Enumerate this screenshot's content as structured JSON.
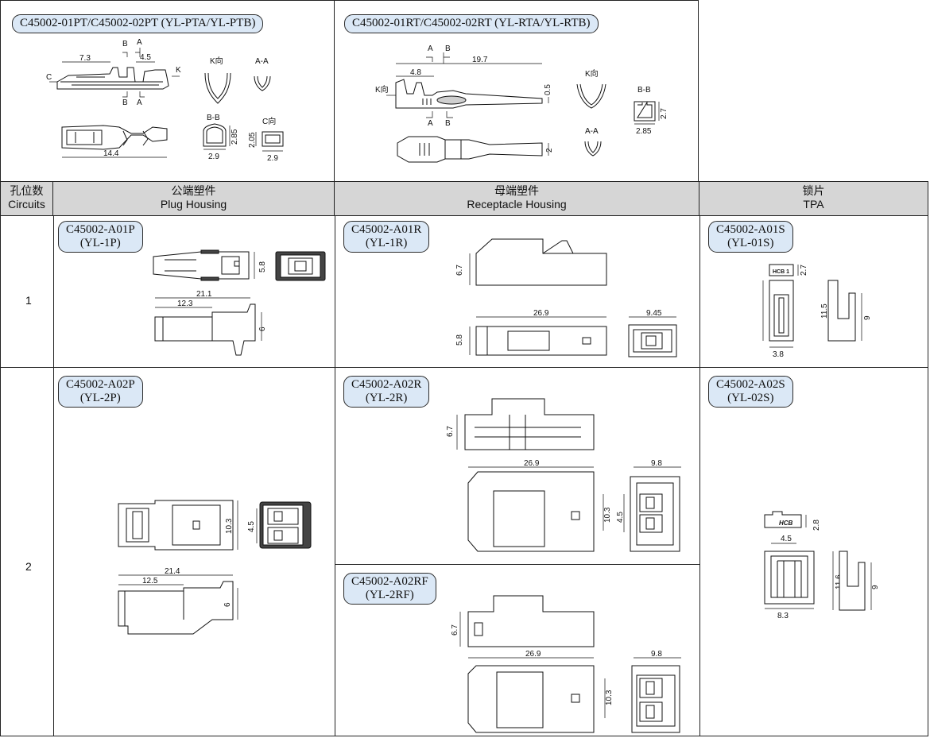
{
  "terminals": {
    "male": {
      "part": "C45002-01PT/C45002-02PT (YL-PTA/YL-PTB)",
      "dims": {
        "d7_3": "7.3",
        "d4_5": "4.5",
        "d14_4": "14.4",
        "d2_9a": "2.9",
        "d2_85": "2.85",
        "d2_05": "2.05",
        "d2_9b": "2.9"
      },
      "labels": {
        "A": "A",
        "B": "B",
        "C": "C",
        "K": "K",
        "kview": "K向",
        "aa": "A-A",
        "bb": "B-B",
        "cview": "C向"
      }
    },
    "female": {
      "part": "C45002-01RT/C45002-02RT (YL-RTA/YL-RTB)",
      "dims": {
        "d19_7": "19.7",
        "d4_8": "4.8",
        "d0_5": "0.5",
        "d2": "2",
        "d2_7": "2.7",
        "d2_85": "2.85"
      },
      "labels": {
        "A": "A",
        "B": "B",
        "kview": "K向",
        "aa": "A-A",
        "bb": "B-B"
      }
    }
  },
  "header": {
    "circuits_cn": "孔位数",
    "circuits_en": "Circuits",
    "plug_cn": "公端塑件",
    "plug_en": "Plug Housing",
    "rec_cn": "母端塑件",
    "rec_en": "Receptacle Housing",
    "tpa_cn": "锁片",
    "tpa_en": "TPA"
  },
  "rows": [
    {
      "circuits": "1",
      "plug": {
        "code": "C45002-A01P",
        "alias": "(YL-1P)",
        "dims": {
          "h5_8": "5.8",
          "l21_1": "21.1",
          "l12_3": "12.3",
          "h6": "6"
        }
      },
      "rec": {
        "code": "C45002-A01R",
        "alias": "(YL-1R)",
        "dims": {
          "h6_7": "6.7",
          "l26_9": "26.9",
          "h5_8": "5.8",
          "w9_45": "9.45"
        }
      },
      "tpa": {
        "code": "C45002-A01S",
        "alias": "(YL-01S)",
        "dims": {
          "h2_7": "2.7",
          "h11_5": "11.5",
          "w3_8": "3.8",
          "h9": "9"
        },
        "mark": "HCB 1"
      }
    },
    {
      "circuits": "2",
      "plug": {
        "code": "C45002-A02P",
        "alias": "(YL-2P)",
        "dims": {
          "h10_3": "10.3",
          "w4_5": "4.5",
          "l21_4": "21.4",
          "l12_5": "12.5",
          "h6": "6"
        }
      },
      "rec": {
        "code": "C45002-A02R",
        "alias": "(YL-2R)",
        "dims": {
          "h6_7": "6.7",
          "l26_9": "26.9",
          "w9_8": "9.8",
          "h10_3": "10.3",
          "w4_5": "4.5"
        }
      },
      "rec_f": {
        "code": "C45002-A02RF",
        "alias": "(YL-2RF)",
        "dims": {
          "h6_7": "6.7",
          "l26_9": "26.9",
          "w9_8": "9.8",
          "h10_3": "10.3"
        }
      },
      "tpa": {
        "code": "C45002-A02S",
        "alias": "(YL-02S)",
        "dims": {
          "h2_8": "2.8",
          "w4_5": "4.5",
          "h11_6": "11.6",
          "w8_3": "8.3",
          "h9": "9"
        },
        "mark": "HCB"
      }
    }
  ]
}
